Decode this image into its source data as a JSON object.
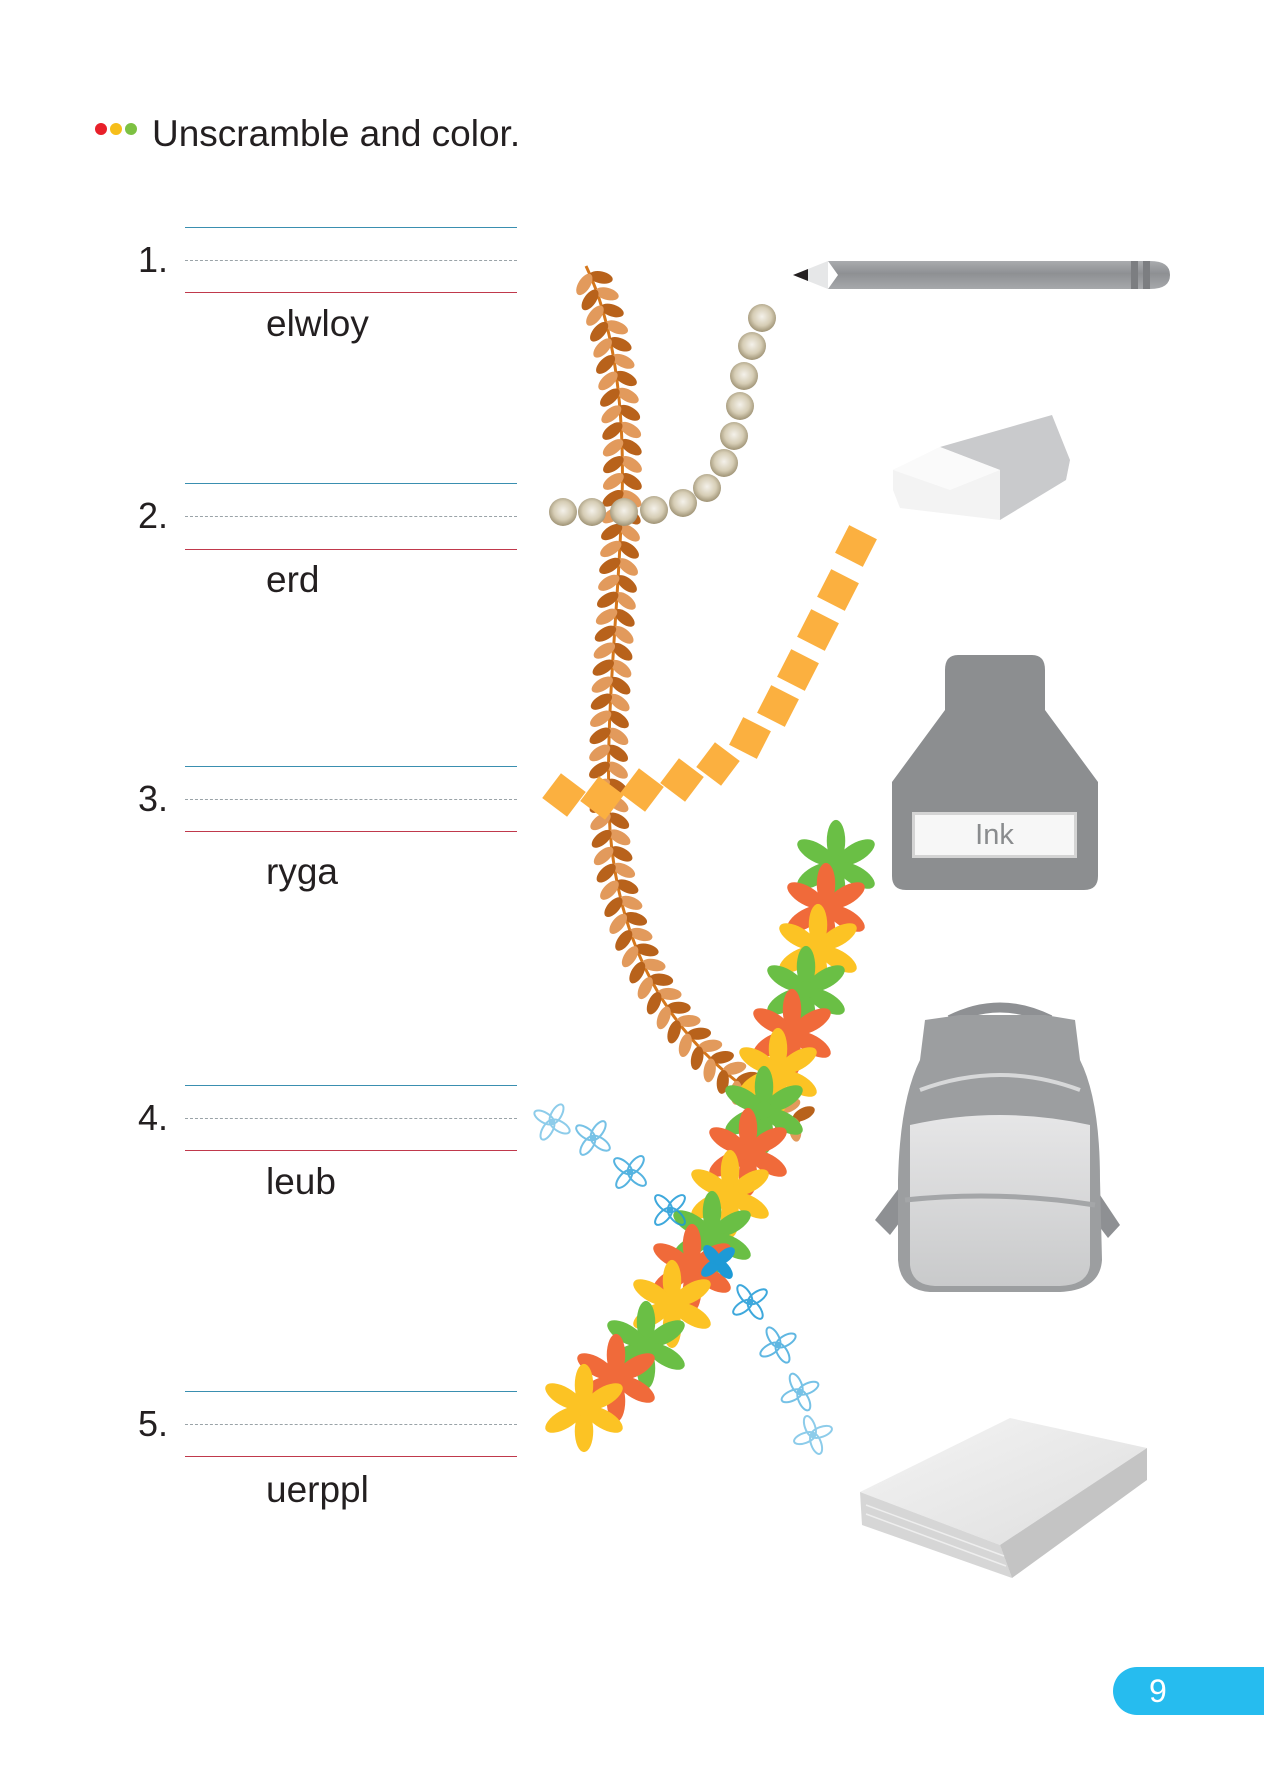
{
  "header": {
    "title": "Unscramble and color.",
    "dot_colors": [
      "#e8202a",
      "#f6be1a",
      "#7dc142"
    ]
  },
  "exercises": [
    {
      "number": "1.",
      "scrambled": "elwloy",
      "answer": ""
    },
    {
      "number": "2.",
      "scrambled": "erd",
      "answer": ""
    },
    {
      "number": "3.",
      "scrambled": "ryga",
      "answer": ""
    },
    {
      "number": "4.",
      "scrambled": "leub",
      "answer": ""
    },
    {
      "number": "5.",
      "scrambled": "uerppl",
      "answer": ""
    }
  ],
  "pictures": [
    {
      "name": "pencil",
      "label": ""
    },
    {
      "name": "eraser",
      "label": ""
    },
    {
      "name": "ink-bottle",
      "label": "Ink"
    },
    {
      "name": "backpack",
      "label": ""
    },
    {
      "name": "book",
      "label": ""
    }
  ],
  "line_colors": {
    "top": "#3a8fb0",
    "middle": "#9aa3a8",
    "bottom": "#c0394c"
  },
  "decoration_colors": {
    "vine_dark": "#b8621b",
    "vine_light": "#e29a5c",
    "pearl": "#c9bfa3",
    "ribbon": "#fbb040",
    "flower_green": "#6abf45",
    "flower_red": "#f06a3a",
    "flower_yellow": "#fcc324",
    "flower_blue": "#1d9ad6"
  },
  "footer": {
    "page_number": "9",
    "badge_color": "#26bcef"
  }
}
